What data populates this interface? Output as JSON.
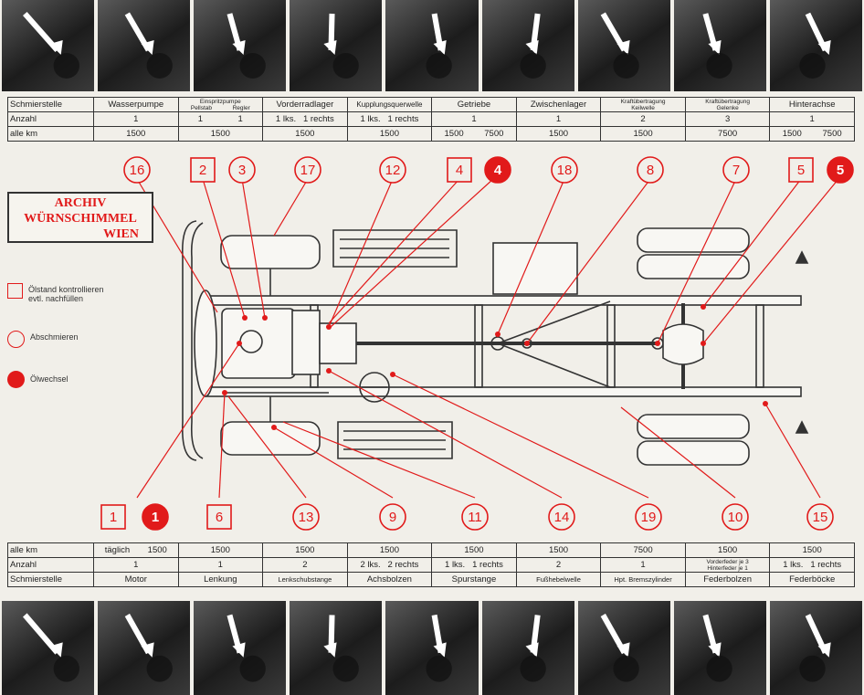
{
  "watermark": [
    "ARCHIV",
    "WÜRNSCHIMMEL",
    "WIEN"
  ],
  "legend": [
    {
      "shape": "square",
      "lines": [
        "Ölstand kontrollieren",
        "evtl. nachfüllen"
      ]
    },
    {
      "shape": "circle",
      "lines": [
        "Abschmieren"
      ]
    },
    {
      "shape": "filled",
      "lines": [
        "Ölwechsel"
      ]
    }
  ],
  "top_table": {
    "row_labels": [
      "Schmierstelle",
      "Anzahl",
      "alle km"
    ],
    "columns": [
      {
        "name": "Wasserpumpe",
        "anzahl": "1",
        "km": "1500"
      },
      {
        "name_small": "Einspritzpumpe",
        "sub": [
          "Pellstab",
          "Regler"
        ],
        "anzahl_split": [
          "1",
          "1"
        ],
        "km": "1500"
      },
      {
        "name": "Vorderradlager",
        "anzahl": "1 lks.   1 rechts",
        "km": "1500"
      },
      {
        "name": "Kupplungsquerwelle",
        "anzahl": "1 lks.   1 rechts",
        "km": "1500"
      },
      {
        "name": "Getriebe",
        "anzahl": "1",
        "km_split": [
          "1500",
          "7500"
        ]
      },
      {
        "name": "Zwischenlager",
        "anzahl": "1",
        "km": "1500"
      },
      {
        "name_small": "Kraftübertragung",
        "sub_line": "Keilwelle",
        "anzahl": "2",
        "km": "1500"
      },
      {
        "name_small": "Kraftübertragung",
        "sub_line": "Gelenke",
        "anzahl": "3",
        "km": "7500"
      },
      {
        "name": "Hinterachse",
        "anzahl": "1",
        "km_split": [
          "1500",
          "7500"
        ]
      }
    ]
  },
  "bottom_table": {
    "row_labels": [
      "alle km",
      "Anzahl",
      "Schmierstelle"
    ],
    "columns": [
      {
        "name": "Motor",
        "km_split": [
          "täglich",
          "1500"
        ],
        "anzahl": "1"
      },
      {
        "name": "Lenkung",
        "km": "1500",
        "anzahl": "1"
      },
      {
        "name": "Lenkschubstange",
        "km": "1500",
        "anzahl": "2"
      },
      {
        "name": "Achsbolzen",
        "km": "1500",
        "anzahl": "2 lks.   2 rechts"
      },
      {
        "name": "Spurstange",
        "km": "1500",
        "anzahl": "1 lks.   1 rechts"
      },
      {
        "name": "Fußhebelwelle",
        "km": "1500",
        "anzahl": "2"
      },
      {
        "name": "Hpt. Bremszylinder",
        "km": "7500",
        "anzahl": "1"
      },
      {
        "name": "Federbolzen",
        "km": "1500",
        "anzahl_lines": [
          "Vorderfeder je 3",
          "Hinterfeder je 1"
        ]
      },
      {
        "name": "Federböcke",
        "km": "1500",
        "anzahl": "1 lks.   1 rechts"
      }
    ]
  },
  "callouts_top": [
    {
      "label": "16",
      "shape": "circle"
    },
    {
      "label": "2",
      "shape": "square"
    },
    {
      "label": "3",
      "shape": "circle"
    },
    {
      "label": "17",
      "shape": "circle"
    },
    {
      "label": "12",
      "shape": "circle"
    },
    {
      "label": "4",
      "shape": "square"
    },
    {
      "label": "4",
      "shape": "filled"
    },
    {
      "label": "18",
      "shape": "circle"
    },
    {
      "label": "8",
      "shape": "circle"
    },
    {
      "label": "7",
      "shape": "circle"
    },
    {
      "label": "5",
      "shape": "square"
    },
    {
      "label": "5",
      "shape": "filled"
    }
  ],
  "callouts_bottom": [
    {
      "label": "1",
      "shape": "square"
    },
    {
      "label": "1",
      "shape": "filled"
    },
    {
      "label": "6",
      "shape": "square"
    },
    {
      "label": "13",
      "shape": "circle"
    },
    {
      "label": "9",
      "shape": "circle"
    },
    {
      "label": "11",
      "shape": "circle"
    },
    {
      "label": "14",
      "shape": "circle"
    },
    {
      "label": "19",
      "shape": "circle"
    },
    {
      "label": "10",
      "shape": "circle"
    },
    {
      "label": "15",
      "shape": "circle"
    }
  ],
  "colors": {
    "accent": "#e11a1a",
    "line": "#333333",
    "paper": "#f1efe9",
    "photo": "#2a2a2a"
  },
  "icons": [
    "arrow-icon"
  ]
}
